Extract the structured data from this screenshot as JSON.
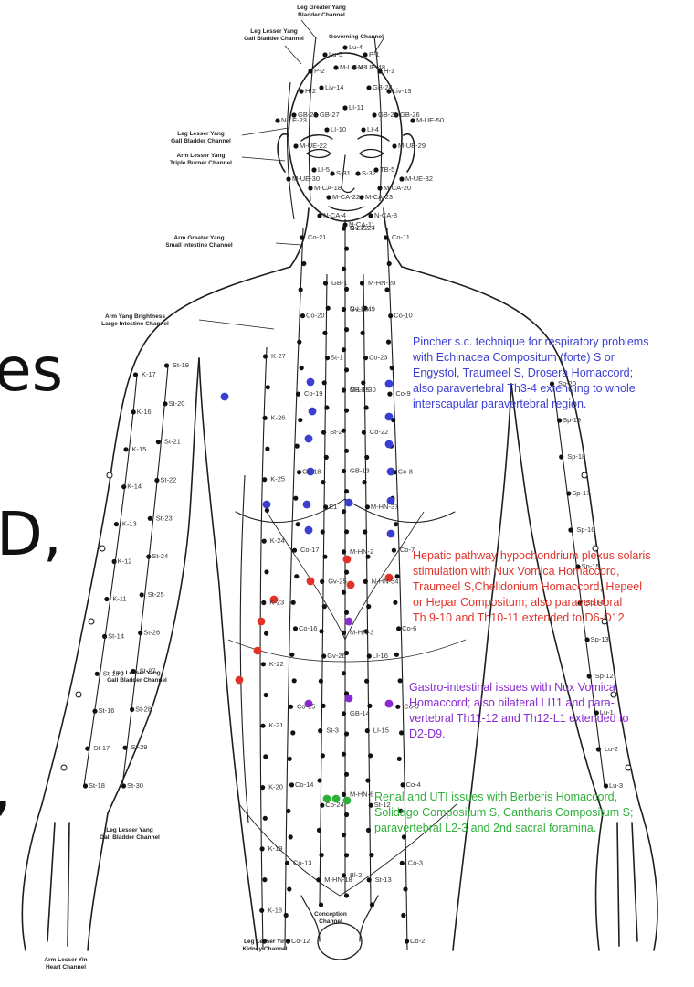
{
  "colors": {
    "blue": "#3b3fd1",
    "red": "#e0342b",
    "purple": "#8a2bd0",
    "green": "#2fb03a",
    "line": "#1e1e1e"
  },
  "slide_fragments": [
    "es",
    "D,",
    ","
  ],
  "channels": {
    "leg_greater_yang": "Leg Greater Yang\nBladder Channel",
    "leg_lesser_yang_top": "Leg Lesser Yang\nGall Bladder Channel",
    "governing": "Governing Channel",
    "leg_lesser_yang_head": "Leg Lesser Yang\nGall Bladder Channel",
    "arm_lesser_yang": "Arm Lesser Yang\nTriple Burner Channel",
    "arm_greater_yang": "Arm Greater Yang\nSmall Intestine Channel",
    "arm_yang_brightness": "Arm Yang Brightness\nLarge Intestine Channel",
    "leg_lesser_yang_side": "Leg Lesser Yang\nGall Bladder Channel",
    "leg_lesser_yang_low": "Leg Lesser Yang\nGall Bladder Channel",
    "leg_lesser_yin": "Leg Lesser Yin\nKidney Channel",
    "conception": "Conception\nChannel",
    "arm_lesser_yin": "Arm Lesser Yin\nHeart Channel"
  },
  "annotations": {
    "blue": "Pincher s.c. technique for respiratory problems\nwith Echinacea Compositum (forte) S or\nEngystol, Traumeel S, Drosera Homaccord;\nalso paravertebral Th3-4 extending to whole\ninterscapular paravertebral region.",
    "red": "Hepatic pathway hypochondrium plexus solaris\nstimulation with Nux Vomica Homaccord,\nTraumeel S,Chelidonium Homaccord, Hepeel\nor Hepar Compositum; also paravertebral\nTh 9-10 and Th10-11 extended to D6-D12.",
    "purple": "Gastro-intestinal issues with Nux Vomica\nHomaccord; also bilateral LI11 and para-\nvertebral Th11-12 and Th12-L1 extended to\nD2-D9.",
    "green": "Renal and UTI issues with Berberis Homaccord,\nSolidago Compositum S, Cantharis Compositum S;\nparavertebral L2-3 and 2nd sacral foramina."
  },
  "point_codes": [
    "Gv-22",
    "Gv-23",
    "GB-15",
    "GB-13",
    "M-HN-2",
    "M-HN-3",
    "GB-14",
    "M-HN-6",
    "Bl-2",
    "GB-1",
    "St-1",
    "St-2",
    "E1",
    "Gv-25",
    "Gv-26",
    "St-3",
    "Co-24",
    "M-HN-18",
    "M-HN-20",
    "Co-23",
    "Co-22",
    "M-HN-37",
    "N-HN-54",
    "LI-16",
    "LI-15",
    "St-12",
    "St-13",
    "Co-21",
    "Co-20",
    "Co-19",
    "Co-18",
    "Co-17",
    "Co-16",
    "Co-15",
    "Co-14",
    "Co-13",
    "Co-12",
    "Co-11",
    "Co-10",
    "Co-9",
    "Co-8",
    "Co-7",
    "Co-6",
    "Co-5",
    "Co-4",
    "Co-3",
    "Co-2",
    "K-27",
    "K-26",
    "K-25",
    "K-24",
    "K-23",
    "K-22",
    "K-21",
    "K-20",
    "K-19",
    "K-18",
    "K-17",
    "K-16",
    "K-15",
    "K-14",
    "K-13",
    "K-12",
    "K-11",
    "St-14",
    "St-15",
    "St-16",
    "St-17",
    "St-18",
    "St-19",
    "St-20",
    "St-21",
    "St-22",
    "St-23",
    "St-24",
    "St-25",
    "St-26",
    "St-27",
    "St-28",
    "St-29",
    "St-30",
    "Sp-20",
    "Sp-19",
    "Sp-18",
    "Sp-17",
    "Sp-16",
    "Sp-15",
    "Sp-14",
    "Sp-13",
    "Sp-12",
    "Lu-1",
    "Lu-2",
    "Lu-3",
    "Lu-4",
    "Lu-5",
    "P-1",
    "P-2",
    "H-1",
    "H-2",
    "Liv-13",
    "Liv-14",
    "GB-24",
    "GB-25",
    "GB-26",
    "GB-27",
    "GB-28",
    "LI-11",
    "LI-10",
    "LI-4",
    "LI-5",
    "TB-5",
    "S-31",
    "S-32",
    "M-CA-18",
    "M-CA-20",
    "M-CA-22",
    "M-CA-23",
    "N-CA-4",
    "N-CA-8",
    "N-CA-11",
    "M-UE-22",
    "M-UE-29",
    "M-UE-30",
    "M-UE-32",
    "M-UE-41",
    "M-UE-48",
    "M-UE-50",
    "N-LE-23",
    "N-LE-24",
    "N-LE-49",
    "M-LE-30"
  ]
}
